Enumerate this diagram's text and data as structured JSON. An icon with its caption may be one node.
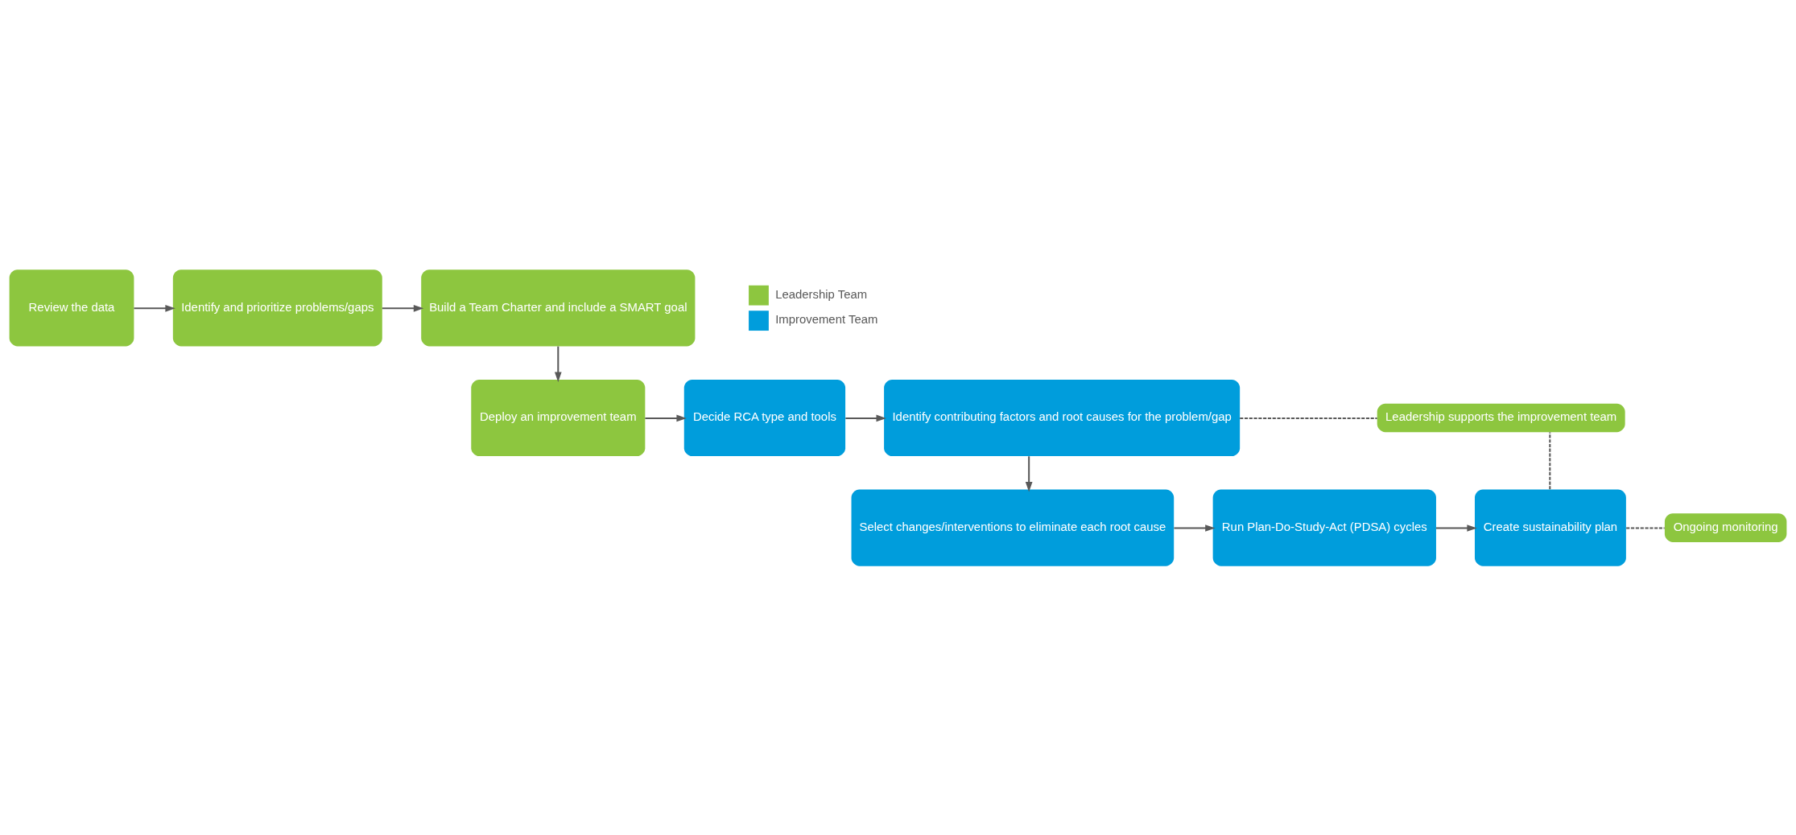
{
  "diagram": {
    "nodes": [
      {
        "text": [
          "Review the data"
        ]
      },
      {
        "text": [
          "Identify and prioritize problems/gaps"
        ]
      },
      {
        "text": [
          "Build a Team Charter and include a SMART goal"
        ]
      },
      {
        "text": [
          "Deploy an improvement team"
        ]
      },
      {
        "text": [
          "Decide RCA type and tools"
        ]
      },
      {
        "text": [
          "Identify contributing factors and root causes for the problem/gap"
        ]
      },
      {
        "text": [
          "Select changes/interventions to eliminate each root cause"
        ]
      },
      {
        "text": [
          "Run Plan-Do-Study-Act (PDSA) cycles"
        ]
      },
      {
        "text": [
          "Create sustainability plan"
        ]
      },
      {
        "text": [
          "Leadership supports the improvement team"
        ]
      },
      {
        "text": [
          "Ongoing monitoring"
        ]
      }
    ],
    "edges": [
      {
        "from": 0,
        "to": 1,
        "arrow": "to"
      },
      {
        "from": 1,
        "to": 2,
        "arrow": "to"
      },
      {
        "from": 2,
        "to": 3,
        "arrow": "to"
      },
      {
        "from": 3,
        "to": 4,
        "arrow": "to"
      },
      {
        "from": 4,
        "to": 5,
        "arrow": "to"
      },
      {
        "from": 5,
        "to": 6,
        "arrow": "to"
      },
      {
        "from": 6,
        "to": 7,
        "arrow": "to"
      },
      {
        "from": 7,
        "to": 8,
        "arrow": "to"
      },
      {
        "from": 5,
        "to": 9,
        "arrow": "none",
        "style": "dashed"
      },
      {
        "from": 8,
        "to": 9,
        "arrow": "none",
        "style": "dashed"
      },
      {
        "from": 8,
        "to": 10,
        "arrow": "none",
        "style": "dashed"
      }
    ],
    "legend": [
      {
        "text": "Leadership Team",
        "color": "#8dc63f"
      },
      {
        "text": "Improvement Team",
        "color": "#009ddc"
      }
    ]
  }
}
